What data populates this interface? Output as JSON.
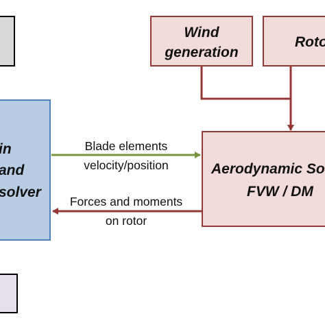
{
  "diagram": {
    "boxes": {
      "wind_generation": {
        "line1": "Wind",
        "line2": "generation"
      },
      "rotor_partial": {
        "line1": "Roto"
      },
      "solver_partial": {
        "line1": "in",
        "line2": "and",
        "line3": "solver"
      },
      "aero_solver": {
        "line1": "Aerodynamic So",
        "line2": "FVW / DM"
      }
    },
    "arrows": {
      "blade_elements": {
        "line1": "Blade elements",
        "line2": "velocity/position"
      },
      "forces_moments": {
        "line1": "Forces and moments",
        "line2": "on rotor"
      }
    },
    "colors": {
      "pink_fill": "#f2dcdb",
      "pink_stroke": "#953735",
      "blue_fill": "#b8cce4",
      "blue_stroke": "#4f81bd",
      "gray_fill": "#d9d9d9",
      "lavender_fill": "#e6e0ec",
      "green_arrow": "#77933c",
      "red_arrow": "#953735"
    }
  }
}
